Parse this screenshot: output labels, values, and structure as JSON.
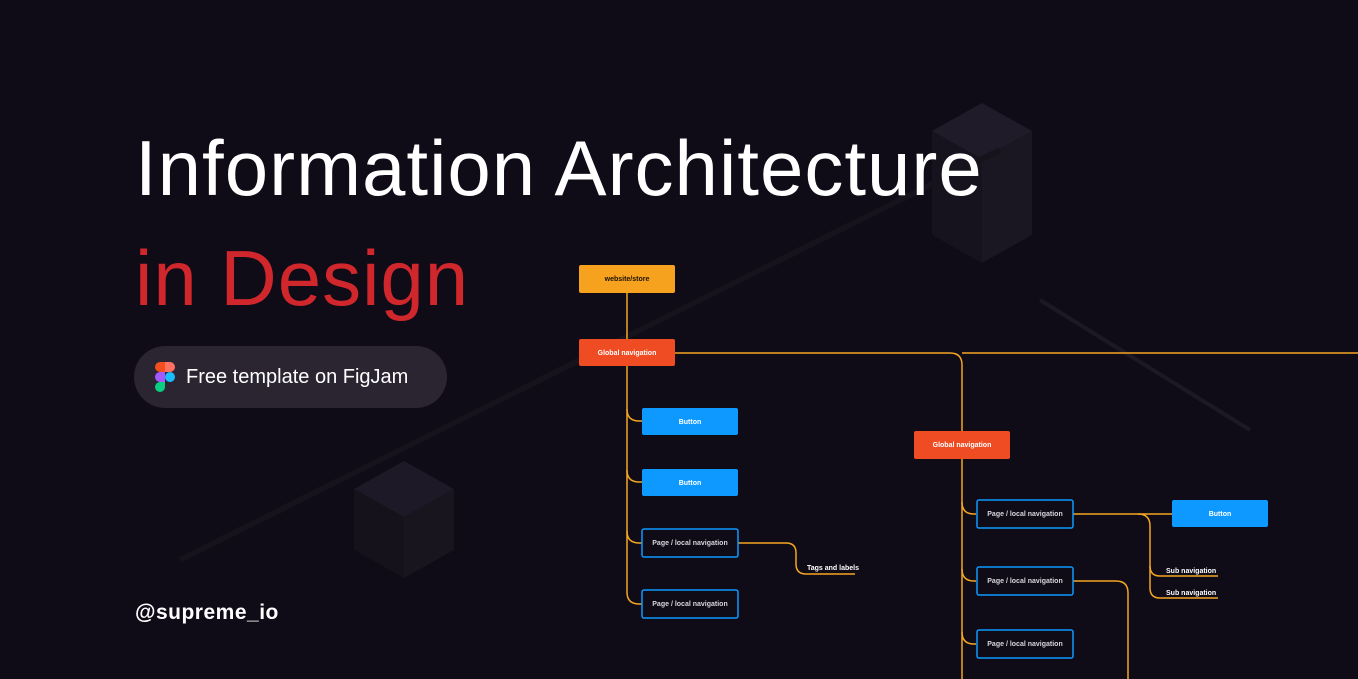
{
  "colors": {
    "background": "#0f0b17",
    "title": "#ffffff",
    "accent_red": "#d0272c",
    "pill_bg": "#2a2530",
    "connector": "#f5a623",
    "node_orange": "#f7a21e",
    "node_red": "#f04c23",
    "node_blue": "#0d99ff"
  },
  "headline": {
    "line1": "Information Architecture",
    "line2": "in Design"
  },
  "cta": {
    "icon": "figma-logo-icon",
    "label": "Free template on FigJam"
  },
  "handle": "@supreme_io",
  "sitemap": {
    "root": "website/store",
    "global_nav": "Global navigation",
    "left_children": [
      "Button",
      "Button",
      "Page / local navigation",
      "Page / local navigation"
    ],
    "left_branch_label": "Tags and labels",
    "right_global_nav": "Global navigation",
    "right_children": [
      "Page / local navigation",
      "Page / local navigation",
      "Page / local navigation"
    ],
    "right_button": "Button",
    "sub_nav_labels": [
      "Sub navigation",
      "Sub navigation"
    ]
  }
}
